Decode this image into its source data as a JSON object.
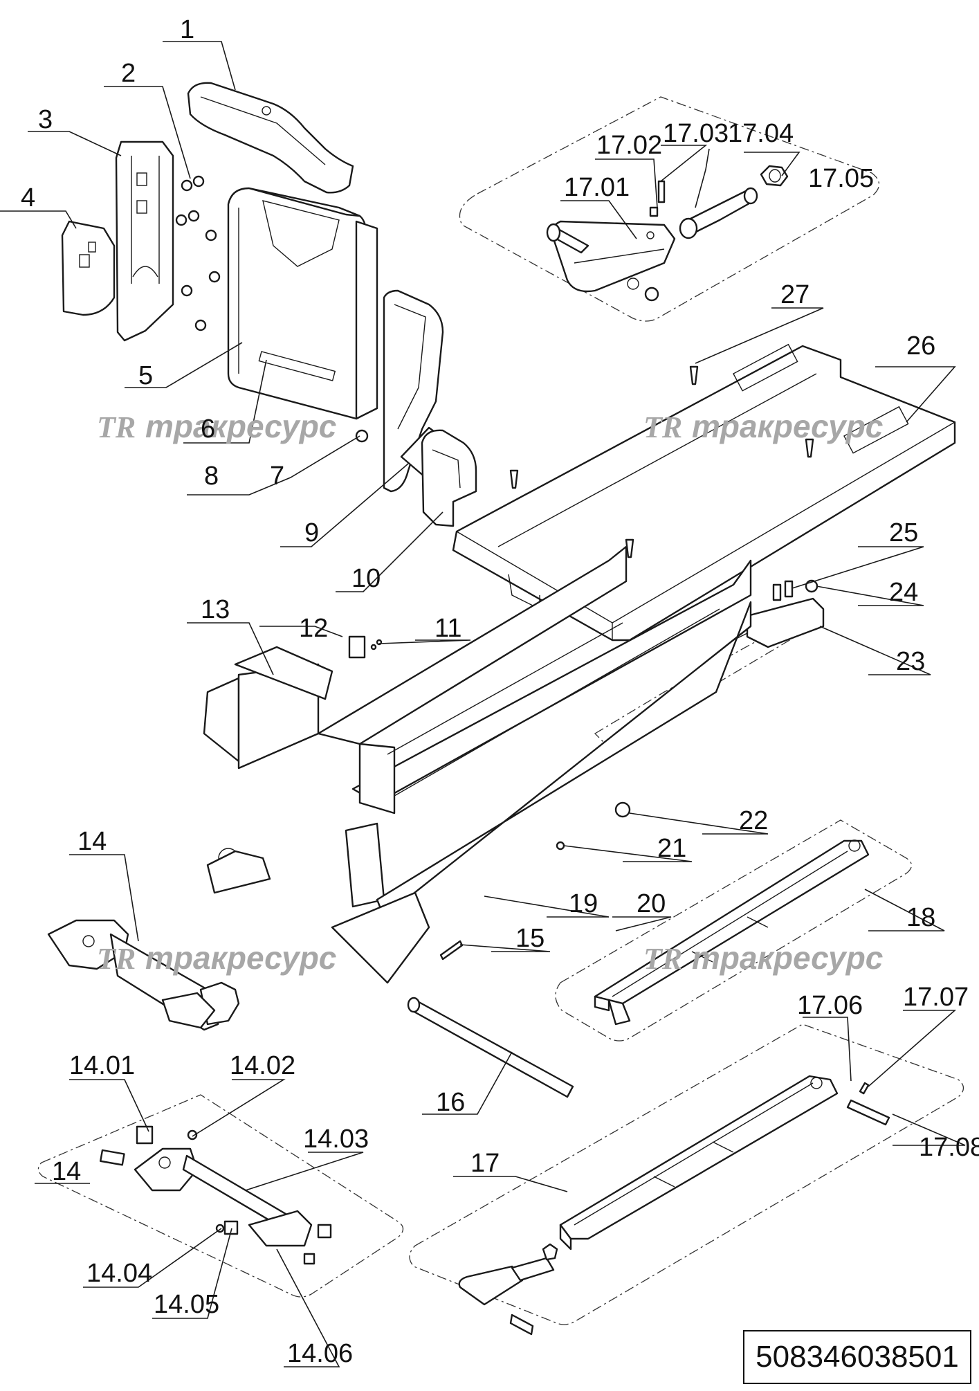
{
  "labels": {
    "l1": "1",
    "l2": "2",
    "l3": "3",
    "l4": "4",
    "l5": "5",
    "l6": "6",
    "l7": "7",
    "l8": "8",
    "l9": "9",
    "l10": "10",
    "l11": "11",
    "l12": "12",
    "l13": "13",
    "l14": "14",
    "l14b": "14",
    "l15": "15",
    "l16": "16",
    "l17": "17",
    "l18": "18",
    "l19": "19",
    "l20": "20",
    "l21": "21",
    "l22": "22",
    "l23": "23",
    "l24": "24",
    "l25": "25",
    "l26": "26",
    "l27": "27",
    "l1701": "17.01",
    "l1702": "17.02",
    "l1703": "17.03",
    "l1704": "17.04",
    "l1705": "17.05",
    "l1706": "17.06",
    "l1707": "17.07",
    "l1708": "17.08",
    "l1401": "14.01",
    "l1402": "14.02",
    "l1403": "14.03",
    "l1404": "14.04",
    "l1405": "14.05",
    "l1406": "14.06"
  },
  "watermark": {
    "logo": "TR",
    "text": "тракресурс"
  },
  "drawing_number": "508346038501"
}
